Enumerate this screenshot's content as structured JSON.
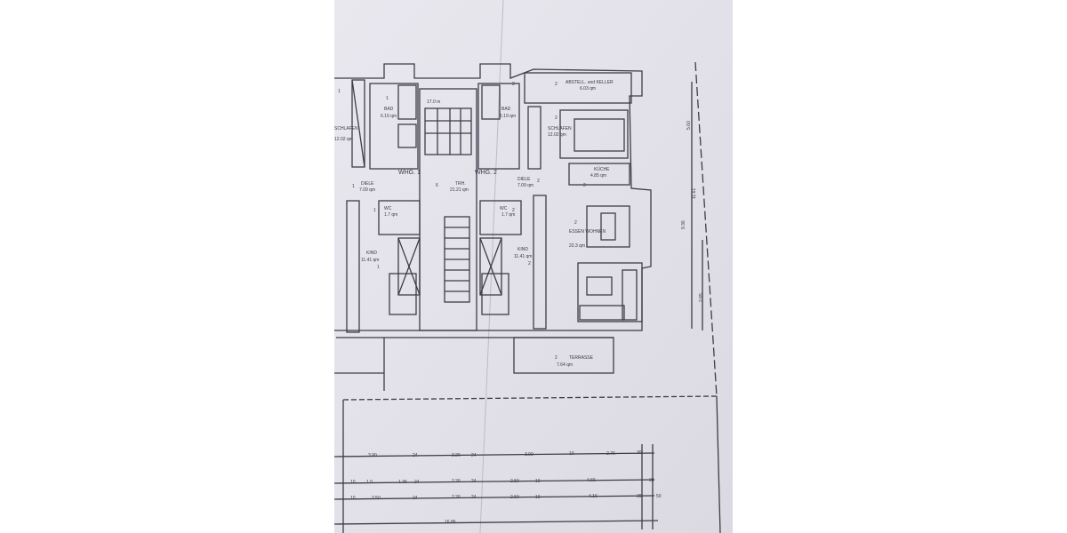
{
  "plan": {
    "units": [
      {
        "label": "WHG. 1"
      },
      {
        "label": "WHG. 2"
      }
    ],
    "rooms": [
      {
        "name": "ABSTELL. und KELLER",
        "area": "6.03 qm",
        "unit": "2"
      },
      {
        "name": "SCHLAFEN",
        "area": "12.02 qm",
        "unit": "2"
      },
      {
        "name": "SCHLAFEN",
        "area": "12.02 qm",
        "unit": "1"
      },
      {
        "name": "BAD",
        "area": "6.19 qm",
        "unit": "1"
      },
      {
        "name": "BAD",
        "area": "6.19 qm",
        "unit": "2"
      },
      {
        "name": "KÜCHE",
        "area": "4.85 qm",
        "unit": "2"
      },
      {
        "name": "TRH.",
        "area": "21.21 qm",
        "unit": "6"
      },
      {
        "name": "DIELE",
        "area": "7.09 qm",
        "unit": "1"
      },
      {
        "name": "DIELE",
        "area": "7.09 qm",
        "unit": "2"
      },
      {
        "name": "WC",
        "area": "1.7 qm",
        "unit": "1"
      },
      {
        "name": "WC",
        "area": "1.7 qm",
        "unit": "2"
      },
      {
        "name": "ESSEN WOHNEN",
        "area": "22.3 qm",
        "unit": "2"
      },
      {
        "name": "KIND",
        "area": "11.41 qm",
        "unit": "1"
      },
      {
        "name": "KIND",
        "area": "11.41 qm",
        "unit": "2"
      },
      {
        "name": "TERRASSE",
        "area": "7.64 qm",
        "unit": "2"
      }
    ],
    "small_label": "17.0 m",
    "vertical_dims": [
      "5.60",
      "11.61",
      "9.36",
      "2.85"
    ],
    "dim_rows": [
      [
        "3.90",
        "24",
        "2.26",
        "24",
        "3.90",
        "10",
        "2.76",
        "30"
      ],
      [
        "10",
        "1.0",
        "1.36",
        "24",
        "2.26",
        "24",
        "2.50",
        "10",
        "4.66",
        "30"
      ],
      [
        "10",
        "2.50",
        "24",
        "2.26",
        "24",
        "2.50",
        "10",
        "4.16",
        "30",
        "50"
      ]
    ],
    "total_dim": "16.86",
    "colors": {
      "paper": "#e4e2ea",
      "ink": "#3a3a46",
      "background": "#ffffff"
    }
  }
}
